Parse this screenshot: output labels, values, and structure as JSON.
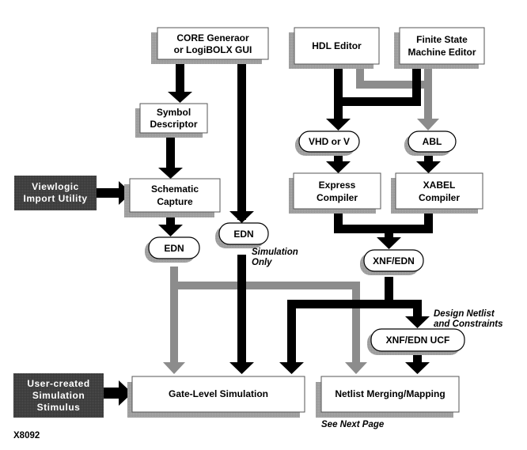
{
  "figure_id": "X8092",
  "colors": {
    "black_flow": "#000000",
    "gray_flow": "#8c8c8c",
    "shadow": "#9a9a9a",
    "dark_box": "#3a3a3a",
    "box_fill": "#ffffff"
  },
  "boxes": {
    "core_generator": [
      "CORE Generaor",
      "or LogiBOLX GUI"
    ],
    "hdl_editor": [
      "HDL Editor"
    ],
    "fsm_editor": [
      "Finite State",
      "Machine Editor"
    ],
    "symbol_descriptor": [
      "Symbol",
      "Descriptor"
    ],
    "viewlogic_import": [
      "Viewlogic",
      "Import Utility"
    ],
    "schematic_capture": [
      "Schematic",
      "Capture"
    ],
    "express_compiler": [
      "Express",
      "Compiler"
    ],
    "xabel_compiler": [
      "XABEL",
      "Compiler"
    ],
    "user_stimulus": [
      "User-created",
      "Simulation",
      "Stimulus"
    ],
    "gate_level_sim": [
      "Gate-Level Simulation"
    ],
    "netlist_merging": [
      "Netlist Merging/Mapping"
    ]
  },
  "pills": {
    "vhd_or_v": "VHD or V",
    "abl": "ABL",
    "edn_schematic": "EDN",
    "edn_core": "EDN",
    "xnf_edn": "XNF/EDN",
    "xnf_edn_ucf": "XNF/EDN UCF"
  },
  "notes": {
    "simulation_only": [
      "Simulation",
      "Only"
    ],
    "design_netlist": [
      "Design Netlist",
      "and Constraints"
    ],
    "see_next_page": "See Next Page"
  }
}
